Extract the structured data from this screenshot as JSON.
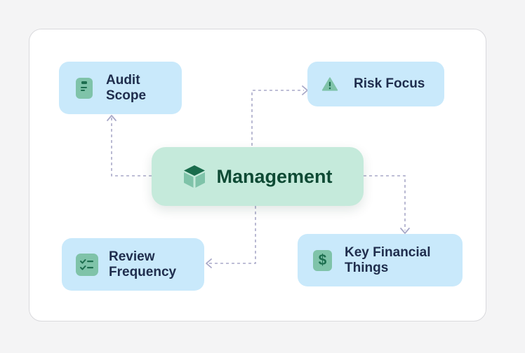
{
  "diagram": {
    "center": {
      "label": "Management",
      "icon": "cube-icon"
    },
    "nodes": [
      {
        "id": "audit_scope",
        "label": "Audit\nScope",
        "icon": "clipboard-icon"
      },
      {
        "id": "risk_focus",
        "label": "Risk Focus",
        "icon": "warning-triangle-icon"
      },
      {
        "id": "review_frequency",
        "label": "Review\nFrequency",
        "icon": "checklist-icon"
      },
      {
        "id": "key_financial",
        "label": "Key Financial\nThings",
        "icon": "dollar-icon"
      }
    ],
    "colors": {
      "node_fill": "#c9e9fb",
      "center_fill": "#c5eadb",
      "center_text": "#0e4a34",
      "node_text": "#1f2d4d",
      "icon_fill": "#7fc3a9",
      "connector": "#a9a9c8"
    }
  }
}
